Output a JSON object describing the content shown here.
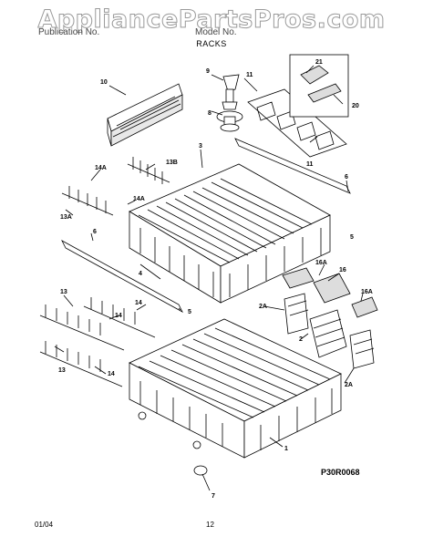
{
  "watermark": "AppliancePartsPros.com",
  "header": {
    "left": "Publication No.",
    "right": "Model No."
  },
  "section_title": "RACKS",
  "diagram_code": "P30R0068",
  "footer": {
    "date": "01/04",
    "page": "12"
  },
  "callouts": [
    "10",
    "9",
    "11",
    "21",
    "20",
    "8",
    "3",
    "13B",
    "11",
    "14A",
    "6",
    "14A",
    "13A",
    "5",
    "6",
    "16A",
    "16",
    "16A",
    "4",
    "13",
    "14",
    "5",
    "2A",
    "14",
    "2",
    "13",
    "14",
    "2A",
    "1",
    "7"
  ]
}
